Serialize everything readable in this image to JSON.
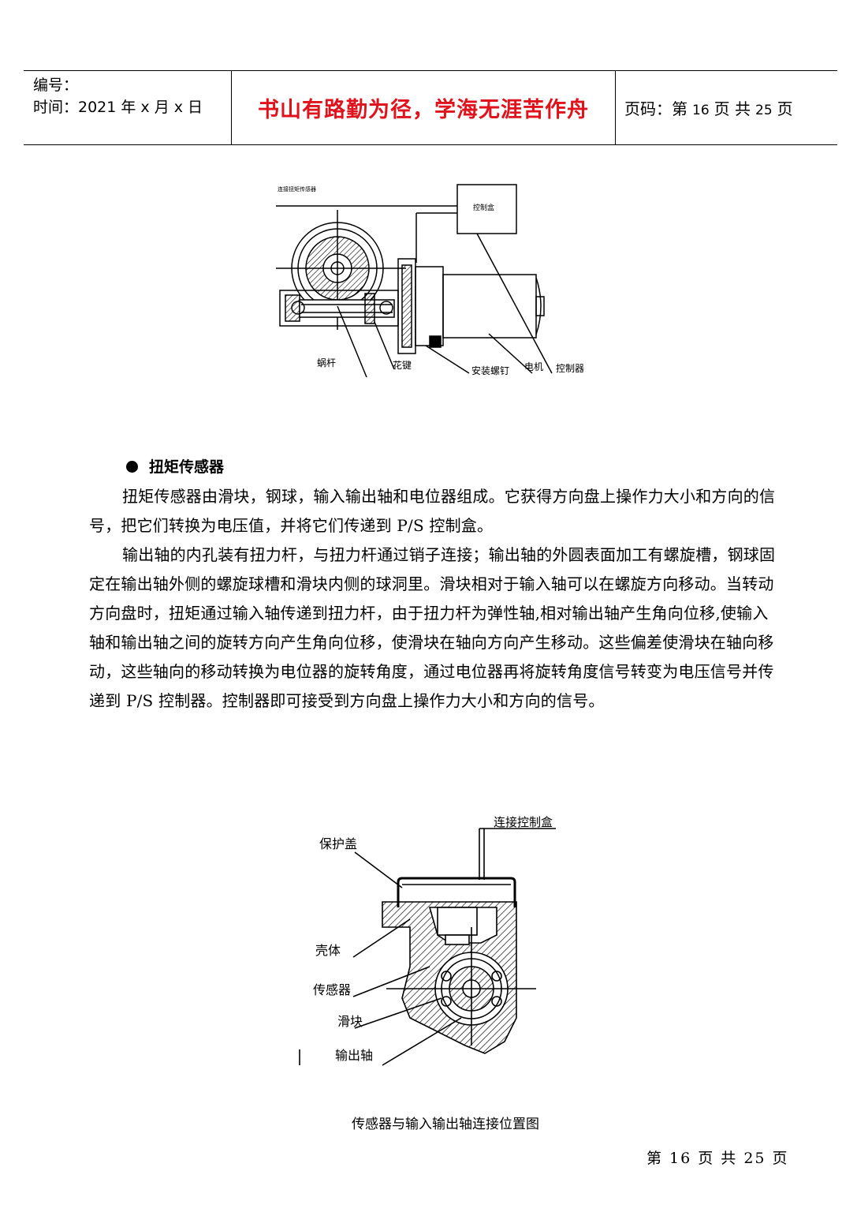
{
  "header": {
    "number_label": "编号：",
    "date_label": "时间：2021 年 x 月 x 日",
    "motto": "书山有路勤为径，学海无涯苦作舟",
    "page_prefix": "页码：第",
    "page_current": "16",
    "page_middle": "页 共",
    "page_total": "25",
    "page_suffix": "页"
  },
  "figure1": {
    "labels": {
      "sensor": "连接扭矩传感器",
      "control_box": "控制盒",
      "worm": "蜗杆",
      "spline": "花键",
      "bolt": "安装螺钉",
      "motor": "电机",
      "controller": "控制器"
    }
  },
  "section": {
    "title": "扭矩传感器",
    "paragraphs": [
      "扭矩传感器由滑块，钢球，输入输出轴和电位器组成。它获得方向盘上操作力大小和方向的信号，把它们转换为电压值，并将它们传递到 P/S 控制盒。",
      "输出轴的内孔装有扭力杆，与扭力杆通过销子连接；输出轴的外圆表面加工有螺旋槽，钢球固定在输出轴外侧的螺旋球槽和滑块内侧的球洞里。滑块相对于输入轴可以在螺旋方向移动。当转动方向盘时，扭矩通过输入轴传递到扭力杆，由于扭力杆为弹性轴,相对输出轴产生角向位移,使输入轴和输出轴之间的旋转方向产生角向位移，使滑块在轴向方向产生移动。这些偏差使滑块在轴向移动，这些轴向的移动转换为电位器的旋转角度，通过电位器再将旋转角度信号转变为电压信号并传递到 P/S 控制器。控制器即可接受到方向盘上操作力大小和方向的信号。"
    ]
  },
  "figure2": {
    "labels": {
      "connect": "连接控制盒",
      "cover": "保护盖",
      "housing": "壳体",
      "sensor": "传感器",
      "slider": "滑块",
      "output_shaft": "输出轴"
    },
    "caption": "传感器与输入输出轴连接位置图"
  },
  "footer": {
    "text": "第 16 页 共 25 页"
  }
}
